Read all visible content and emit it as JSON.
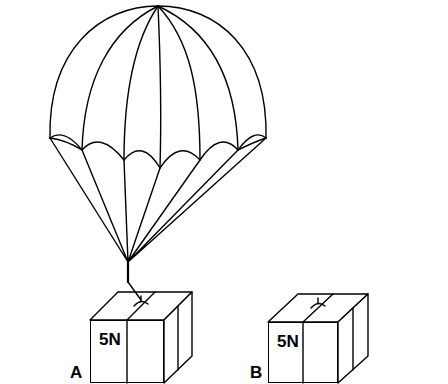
{
  "diagram": {
    "nodes": [
      {
        "text": [
          "5N"
        ]
      },
      {
        "text": [
          "5N"
        ]
      }
    ],
    "labels": [
      "A",
      "B"
    ]
  }
}
